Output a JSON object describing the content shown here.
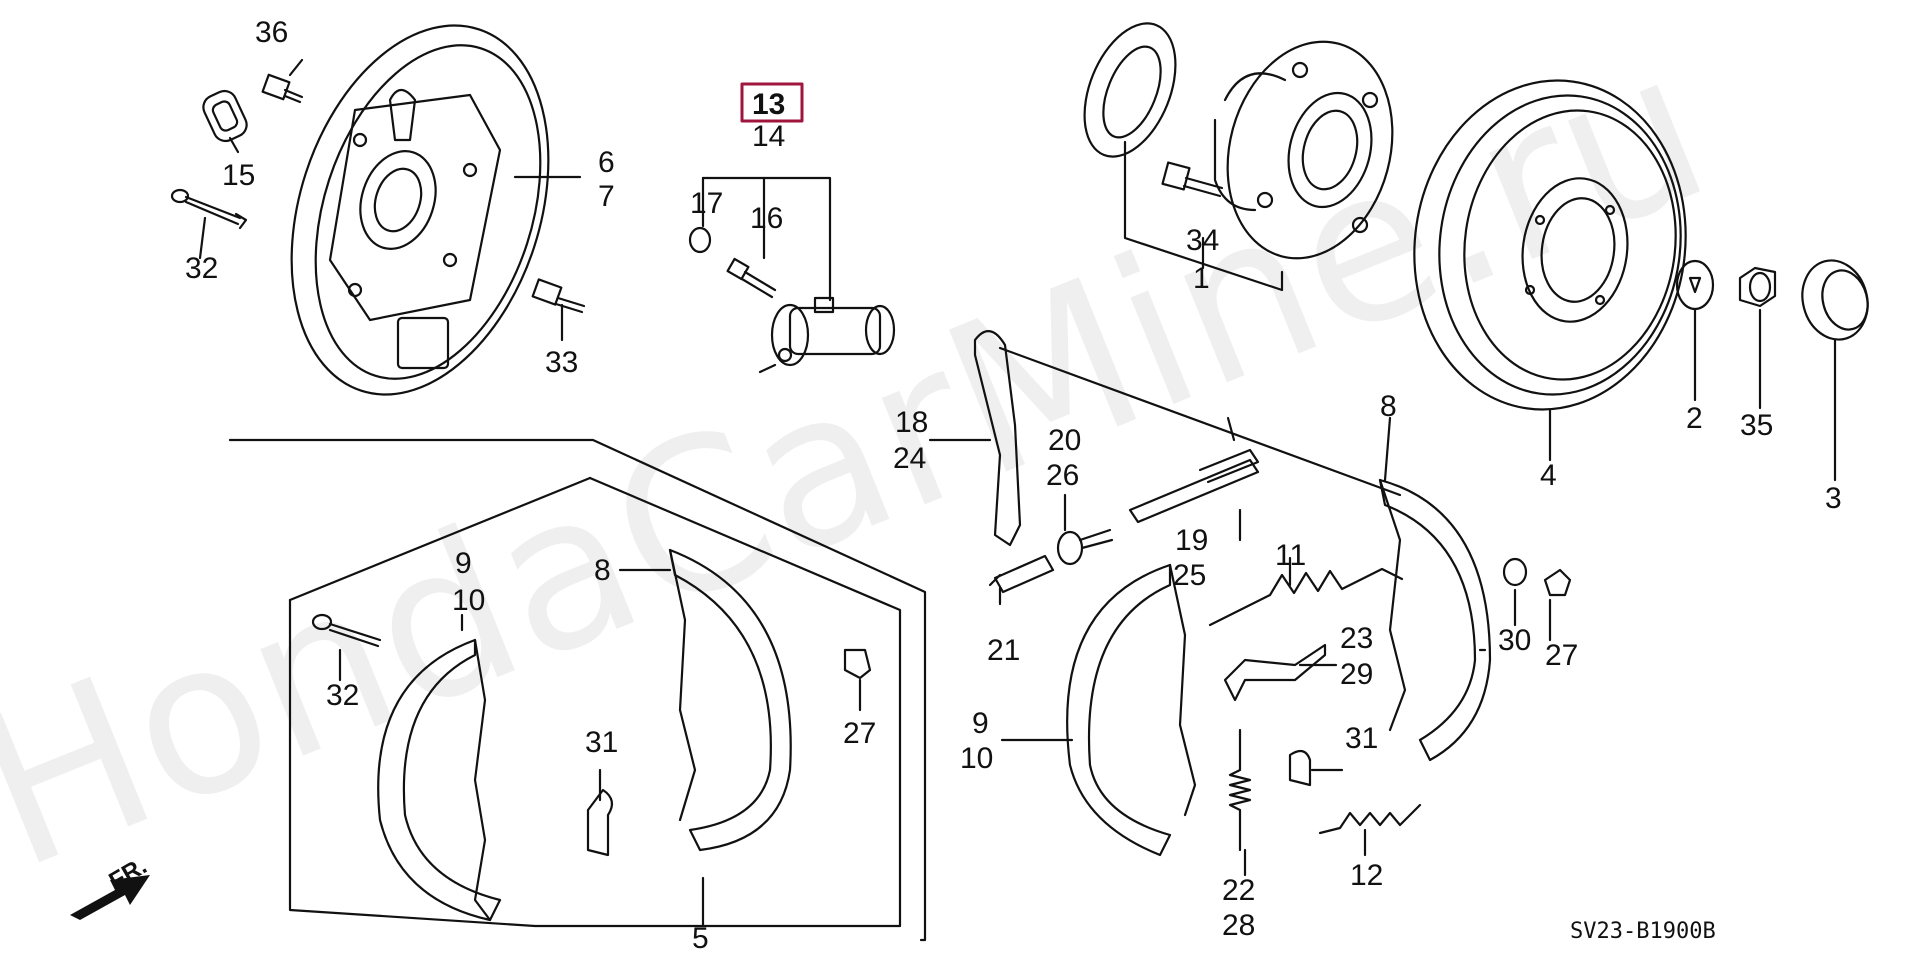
{
  "diagram": {
    "code": "SV23-B1900B",
    "front_indicator": "FR.",
    "watermark": "HondaCarMine.ru",
    "highlight_color": "#a0153e",
    "callouts": {
      "c1": "1",
      "c2": "2",
      "c3": "3",
      "c4": "4",
      "c5": "5",
      "c6": "6",
      "c7": "7",
      "c8a": "8",
      "c8b": "8",
      "c9a": "9",
      "c9b": "9",
      "c10a": "10",
      "c10b": "10",
      "c11": "11",
      "c12": "12",
      "c13": "13",
      "c14": "14",
      "c15": "15",
      "c16": "16",
      "c17": "17",
      "c18": "18",
      "c19": "19",
      "c20": "20",
      "c21": "21",
      "c22": "22",
      "c23": "23",
      "c24": "24",
      "c25": "25",
      "c26": "26",
      "c27a": "27",
      "c27b": "27",
      "c28": "28",
      "c29": "29",
      "c30": "30",
      "c31a": "31",
      "c31b": "31",
      "c32a": "32",
      "c32b": "32",
      "c33": "33",
      "c34": "34",
      "c35": "35",
      "c36": "36"
    }
  }
}
